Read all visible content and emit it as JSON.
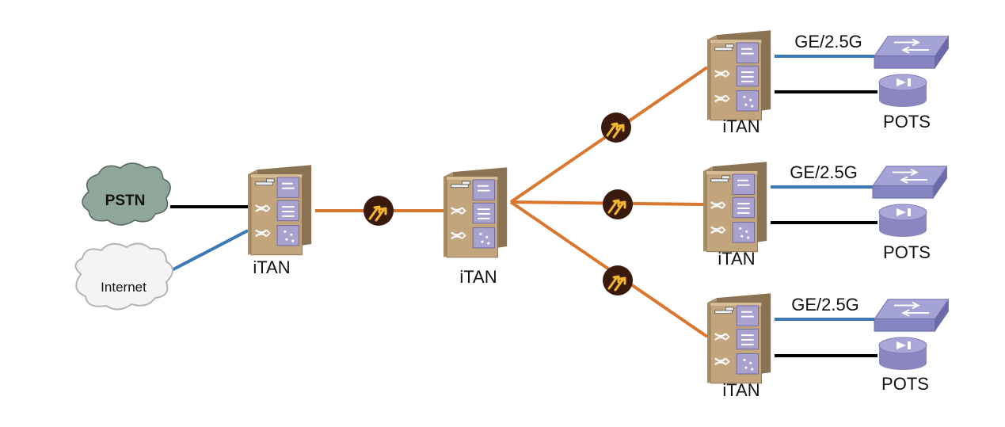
{
  "cloud_pstn": {
    "label": "PSTN",
    "color": "#8fa69a"
  },
  "cloud_internet": {
    "label": "Internet",
    "color": "#f4f4f4"
  },
  "nodes": {
    "n1": {
      "label": "iTAN"
    },
    "n2": {
      "label": "iTAN"
    },
    "n3": {
      "label": "iTAN"
    },
    "n4": {
      "label": "iTAN"
    },
    "n5": {
      "label": "iTAN"
    }
  },
  "branches": [
    {
      "switch_label": "GE/2.5G",
      "phone_label": "POTS"
    },
    {
      "switch_label": "GE/2.5G",
      "phone_label": "POTS"
    },
    {
      "switch_label": "GE/2.5G",
      "phone_label": "POTS"
    }
  ],
  "colors": {
    "orange_link": "#d9772f",
    "blue_link": "#3a78b6",
    "black_link": "#000000",
    "node_body": "#bfa279",
    "port_panel": "#a7a0cc",
    "switch": "#9d9bd0",
    "amplifier": "#3a1a0c",
    "amplifier_arrow": "#f2b531"
  }
}
